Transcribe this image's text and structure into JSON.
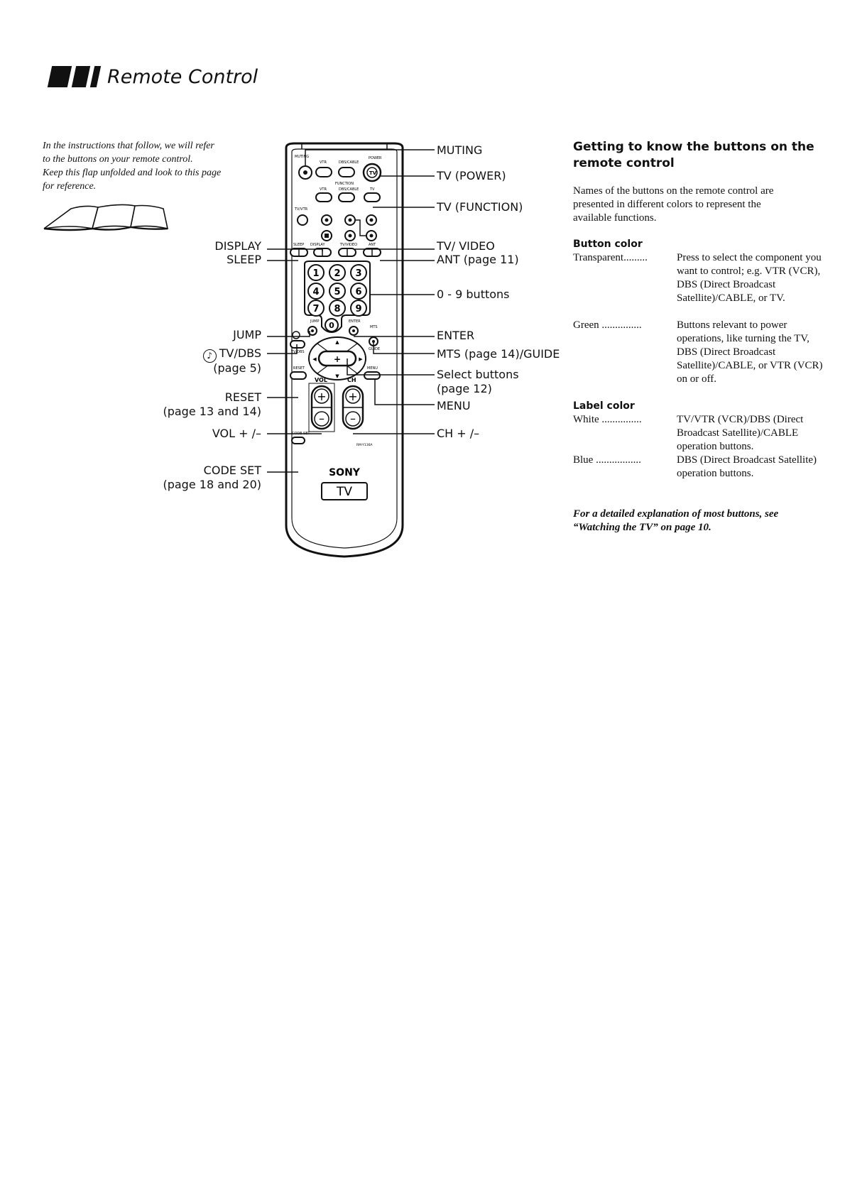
{
  "header": {
    "title": "Remote Control"
  },
  "intro": {
    "line1": "In the instructions that follow, we will refer",
    "line2": "to the buttons on your remote control.",
    "line3": "Keep this flap unfolded and look to this page",
    "line4": "for reference."
  },
  "left_labels": {
    "display": "DISPLAY",
    "sleep": "SLEEP",
    "jump": "JUMP",
    "tvdbs": "TV/DBS",
    "tvdbs_page": "(page 5)",
    "reset": "RESET",
    "reset_page": "(page 13 and 14)",
    "vol": "VOL + /–",
    "code_set": "CODE SET",
    "code_set_page": "(page 18 and 20)"
  },
  "right_labels": {
    "muting": "MUTING",
    "tv_power": "TV (POWER)",
    "tv_function": "TV (FUNCTION)",
    "tv_video": "TV/ VIDEO",
    "ant": "ANT (page 11)",
    "digits": "0 - 9 buttons",
    "enter": "ENTER",
    "mts": "MTS (page 14)/GUIDE",
    "select": "Select buttons",
    "select_page": "(page 12)",
    "menu": "MENU",
    "ch": "CH + /–"
  },
  "remote": {
    "brand": "SONY",
    "model_badge": "TV",
    "model_number": "RM-Y136A",
    "small_labels": {
      "muting": "MUTING",
      "power": "POWER",
      "vtr": "VTR",
      "dbs_cable": "DBS/CABLE",
      "function": "FUNCTION",
      "tv": "TV",
      "tvvtr": "TV/VTR",
      "sleep": "SLEEP",
      "display": "DISPLAY",
      "tvvideo": "TV/VIDEO",
      "ant": "ANT",
      "jump": "JUMP",
      "enter": "ENTER",
      "mts": "MTS",
      "guide": "GUIDE",
      "tvdbs": "TV/DBS",
      "reset": "RESET",
      "menu": "MENU",
      "vol": "VOL",
      "ch": "CH",
      "code_set": "CODE SET"
    },
    "digits": [
      "1",
      "2",
      "3",
      "4",
      "5",
      "6",
      "7",
      "8",
      "9",
      "0"
    ]
  },
  "right_column": {
    "heading_line1": "Getting to know the buttons on the",
    "heading_line2": "remote control",
    "para_line1": "Names of the buttons on the remote control are",
    "para_line2": "presented in different colors to represent the",
    "para_line3": "available functions.",
    "button_color_title": "Button color",
    "transparent_term": "Transparent.........",
    "transparent_desc": "Press to select the component you want to control; e.g. VTR (VCR), DBS (Direct Broadcast Satellite)/CABLE, or TV.",
    "green_term": "Green ...............",
    "green_desc": "Buttons relevant to power operations, like turning the TV, DBS (Direct Broadcast Satellite)/CABLE, or VTR (VCR) on or off.",
    "label_color_title": "Label color",
    "white_term": "White ...............",
    "white_desc": "TV/VTR (VCR)/DBS (Direct Broadcast Satellite)/CABLE operation buttons.",
    "blue_term": "Blue .................",
    "blue_desc": "DBS (Direct Broadcast Satellite) operation buttons.",
    "closing_line1": "For a detailed explanation of most buttons, see",
    "closing_line2": "“Watching the TV” on page 10."
  }
}
